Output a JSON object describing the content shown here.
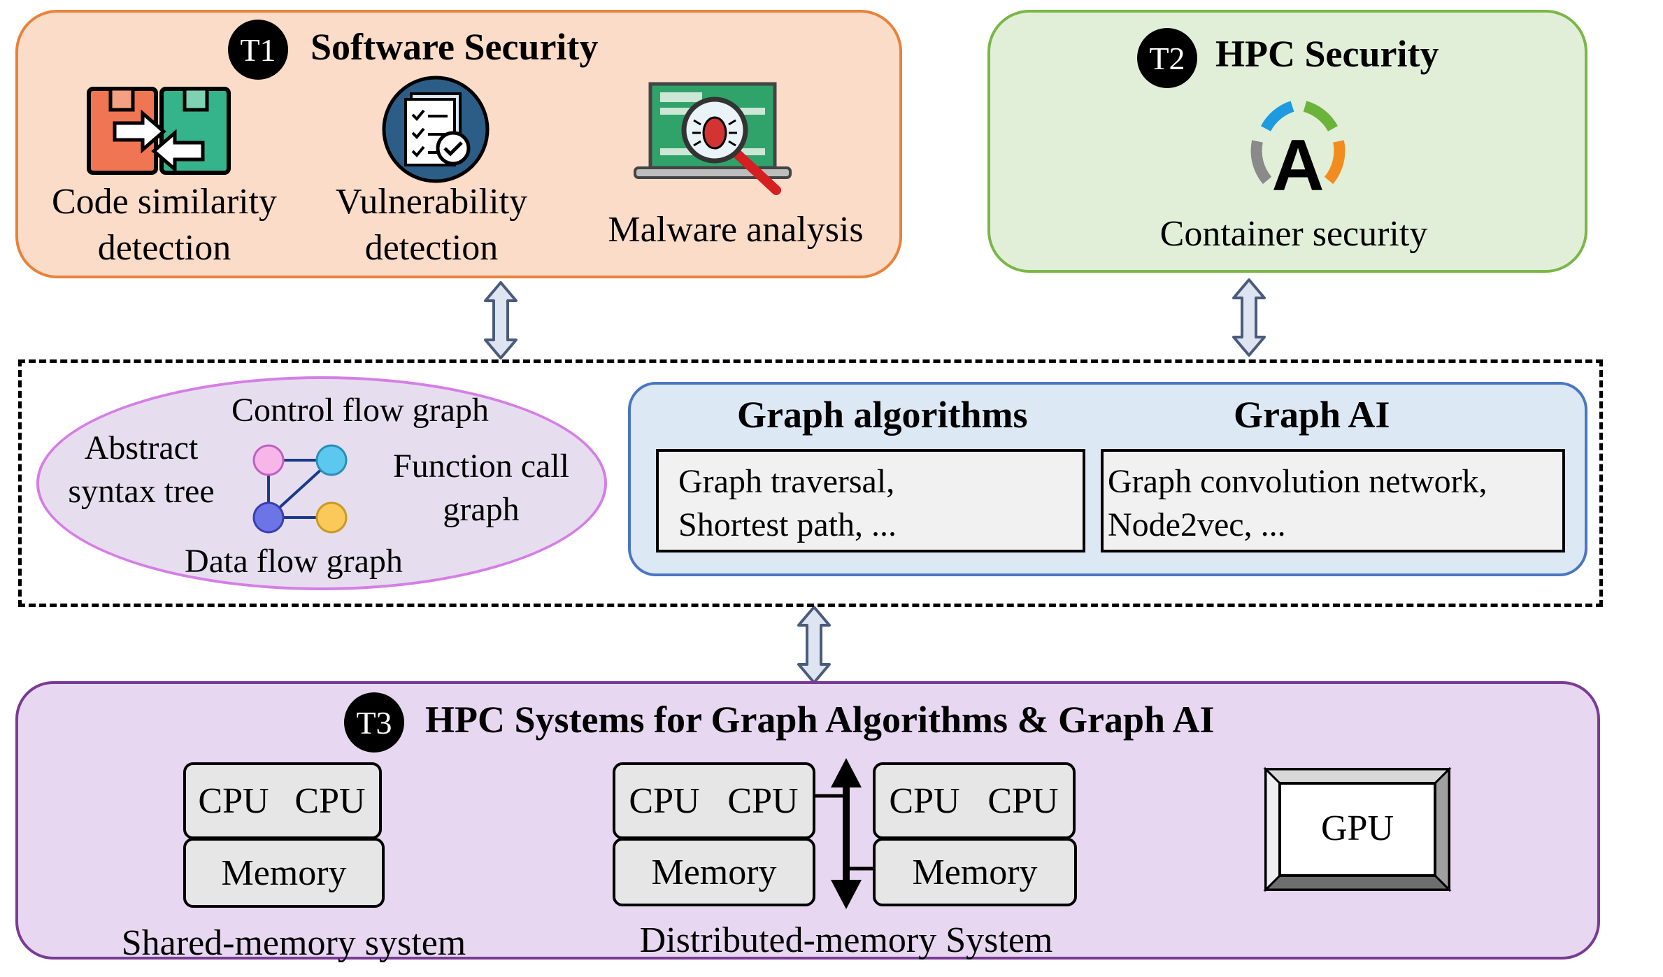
{
  "t1": {
    "badge": "T1",
    "title": "Software Security",
    "items": [
      {
        "line1": "Code similarity",
        "line2": "detection"
      },
      {
        "line1": "Vulnerability",
        "line2": "detection"
      },
      {
        "line1": "Malware analysis",
        "line2": ""
      }
    ]
  },
  "t2": {
    "badge": "T2",
    "title": "HPC Security",
    "item": "Container security",
    "logo_letter": "A"
  },
  "graphs": {
    "control_flow": "Control flow graph",
    "ast_line1": "Abstract",
    "ast_line2": "syntax tree",
    "function_call_line1": "Function call",
    "function_call_line2": "graph",
    "data_flow": "Data flow graph"
  },
  "algorithms": {
    "title": "Graph algorithms",
    "line1": "Graph traversal,",
    "line2": "Shortest path, ..."
  },
  "graph_ai": {
    "title": "Graph AI",
    "line1": "Graph convolution network,",
    "line2": "Node2vec, ..."
  },
  "t3": {
    "badge": "T3",
    "title": "HPC Systems for Graph Algorithms & Graph AI",
    "cpu_label": "CPU",
    "memory_label": "Memory",
    "shared_caption": "Shared-memory system",
    "distributed_caption": "Distributed-memory System",
    "gpu_label": "GPU"
  },
  "colors": {
    "t1_fill": "#fbdcc8",
    "t1_border": "#e8823a",
    "t2_fill": "#e2efd8",
    "t2_border": "#7ab648",
    "middle_fill": "#dde8f5",
    "middle_border": "#4a76c1",
    "ellipse_fill": "#e6deee",
    "ellipse_border": "#d57ee6",
    "t3_fill": "#e7d7f0",
    "t3_border": "#7a3b95",
    "arrow_fill": "#dfe5f0",
    "arrow_border": "#4a5b7c"
  }
}
